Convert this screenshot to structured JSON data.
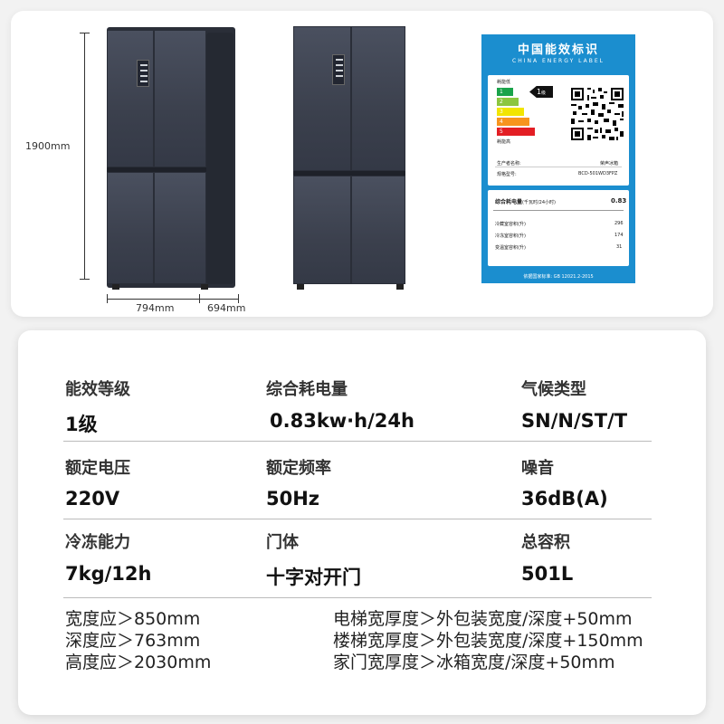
{
  "dimensions": {
    "height": "1900mm",
    "width": "794mm",
    "depth": "694mm"
  },
  "energy_label": {
    "title": "中国能效标识",
    "subtitle": "CHINA ENERGY LABEL",
    "low_consumption": "耗能低",
    "high_consumption": "耗能高",
    "grade": "1",
    "grade_suffix": "级",
    "bars": [
      "1",
      "2",
      "3",
      "4",
      "5"
    ],
    "bar_colors": [
      "#1aa34a",
      "#8cc63f",
      "#f2e500",
      "#f7941d",
      "#e31e24"
    ],
    "manufacturer_label": "生产者名称:",
    "manufacturer": "荣声冰箱",
    "model_label": "规格型号:",
    "model": "BCD-501WD3FPZ",
    "consumption_label": "综合耗电量",
    "consumption_unit": "(千瓦时/24小时)",
    "consumption_value": "0.83",
    "rows": [
      {
        "label": "冷藏室容积(升)",
        "value": "296"
      },
      {
        "label": "冷冻室容积(升)",
        "value": "174"
      },
      {
        "label": "变温室容积(升)",
        "value": "31"
      }
    ],
    "footer": "依据国家标准: GB 12021.2-2015"
  },
  "specs": [
    {
      "label": "能效等级",
      "value": "1级"
    },
    {
      "label": "综合耗电量",
      "value": "0.83kw·h/24h"
    },
    {
      "label": "气候类型",
      "value": "SN/N/ST/T"
    },
    {
      "label": "额定电压",
      "value": "220V"
    },
    {
      "label": "额定频率",
      "value": "50Hz"
    },
    {
      "label": "噪音",
      "value": "36dB(A)"
    },
    {
      "label": "冷冻能力",
      "value": "7kg/12h"
    },
    {
      "label": "门体",
      "value": "十字对开门"
    },
    {
      "label": "总容积",
      "value": "501L"
    }
  ],
  "requirements_left": [
    "宽度应＞850mm",
    "深度应＞763mm",
    "高度应＞2030mm"
  ],
  "requirements_right": [
    "电梯宽厚度＞外包装宽度/深度+50mm",
    "楼梯宽厚度＞外包装宽度/深度+150mm",
    "家门宽厚度＞冰箱宽度/深度+50mm"
  ]
}
